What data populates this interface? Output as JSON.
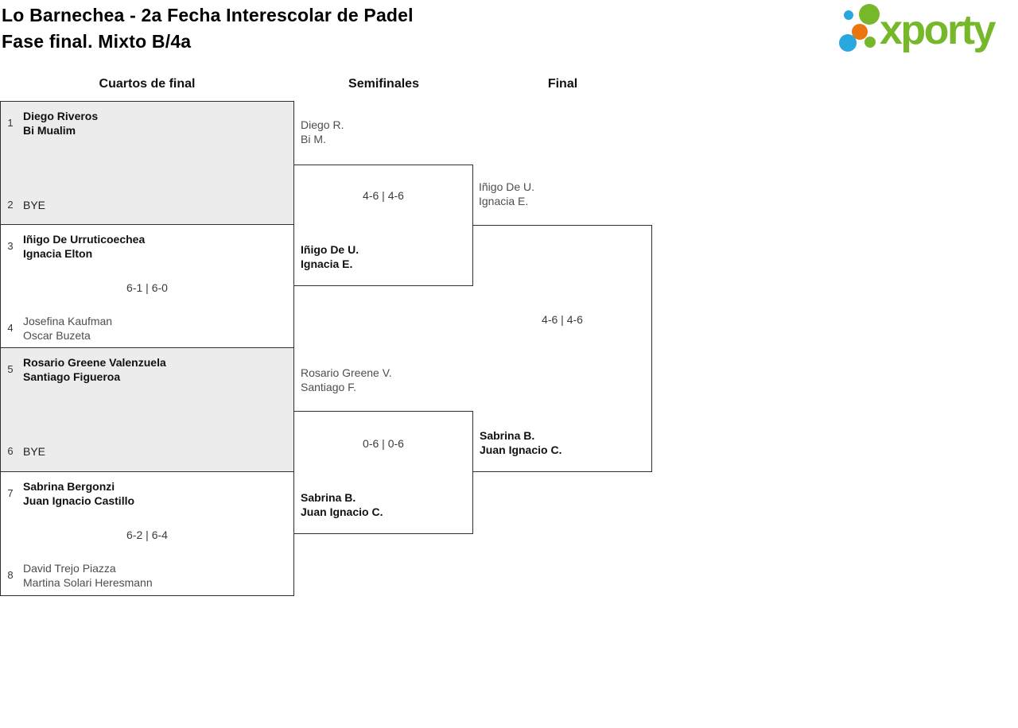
{
  "title": {
    "line1": "Lo Barnechea - 2a Fecha Interescolar de Padel",
    "line2": "Fase final. Mixto B/4a"
  },
  "logo": {
    "text": "xporty"
  },
  "colors": {
    "green": "#76B82A",
    "blue": "#29A8E0",
    "orange": "#EA7511",
    "box_fill": "#ECECEC",
    "border": "#2E2E2E",
    "winner_text": "#111111",
    "loser_text": "#4D4D4D",
    "score_text": "#3A3A3A"
  },
  "round_headers": {
    "quarterfinals": "Cuartos de final",
    "semifinals": "Semifinales",
    "final": "Final"
  },
  "bracket": {
    "quarterfinals": [
      {
        "seed_top": "1",
        "top": {
          "line1": "Diego Riveros",
          "line2": "Bi Mualim"
        },
        "score": "",
        "seed_bottom": "2",
        "bottom": {
          "line1": "BYE"
        }
      },
      {
        "seed_top": "3",
        "top": {
          "line1": "Iñigo De Urruticoechea",
          "line2": "Ignacia Elton"
        },
        "score": "6-1 | 6-0",
        "seed_bottom": "4",
        "bottom": {
          "line1": "Josefina Kaufman",
          "line2": "Oscar Buzeta"
        }
      },
      {
        "seed_top": "5",
        "top": {
          "line1": "Rosario Greene Valenzuela",
          "line2": "Santiago Figueroa"
        },
        "score": "",
        "seed_bottom": "6",
        "bottom": {
          "line1": "BYE"
        }
      },
      {
        "seed_top": "7",
        "top": {
          "line1": "Sabrina Bergonzi",
          "line2": "Juan Ignacio Castillo"
        },
        "score": "6-2 | 6-4",
        "seed_bottom": "8",
        "bottom": {
          "line1": "David Trejo Piazza",
          "line2": "Martina Solari Heresmann"
        }
      }
    ],
    "semifinals": [
      {
        "feeder_top": {
          "line1": "Diego R.",
          "line2": "Bi M."
        },
        "score": "4-6 | 4-6",
        "winner": {
          "line1": "Iñigo De U.",
          "line2": "Ignacia E."
        }
      },
      {
        "feeder_top": {
          "line1": "Rosario Greene V.",
          "line2": "Santiago F."
        },
        "score": "0-6 | 0-6",
        "winner": {
          "line1": "Sabrina B.",
          "line2": "Juan Ignacio C."
        }
      }
    ],
    "final": {
      "feeder_top": {
        "line1": "Iñigo De U.",
        "line2": "Ignacia E."
      },
      "score": "4-6 | 4-6",
      "winner": {
        "line1": "Sabrina B.",
        "line2": "Juan Ignacio C."
      }
    }
  }
}
